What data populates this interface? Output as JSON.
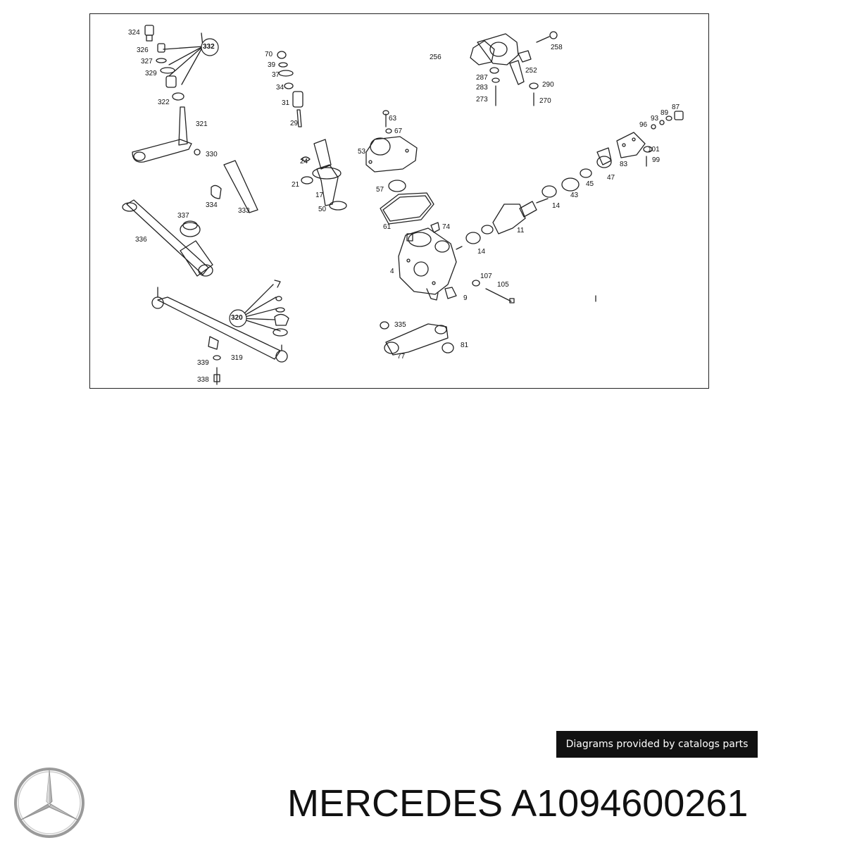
{
  "diagram": {
    "callouts": [
      "324",
      "332",
      "326",
      "327",
      "329",
      "322",
      "321",
      "330",
      "70",
      "39",
      "37",
      "34",
      "31",
      "29",
      "24",
      "21",
      "17",
      "50",
      "63",
      "67",
      "53",
      "57",
      "61",
      "74",
      "14",
      "11",
      "4",
      "9",
      "107",
      "105",
      "256",
      "258",
      "252",
      "287",
      "283",
      "273",
      "290",
      "270",
      "96",
      "93",
      "89",
      "87",
      "101",
      "99",
      "83",
      "47",
      "45",
      "43",
      "14",
      "337",
      "336",
      "334",
      "333",
      "320",
      "339",
      "338",
      "319",
      "335",
      "81",
      "77"
    ]
  },
  "credit": {
    "text": "Diagrams provided by catalogs parts"
  },
  "brand": {
    "logo_icon": "mercedes-star-icon",
    "name": "MERCEDES",
    "part_number": "A1094600261"
  },
  "colors": {
    "ink": "#111111",
    "badge_bg": "#111111",
    "badge_text": "#ffffff",
    "logo_gray": "#9a9a9a"
  }
}
